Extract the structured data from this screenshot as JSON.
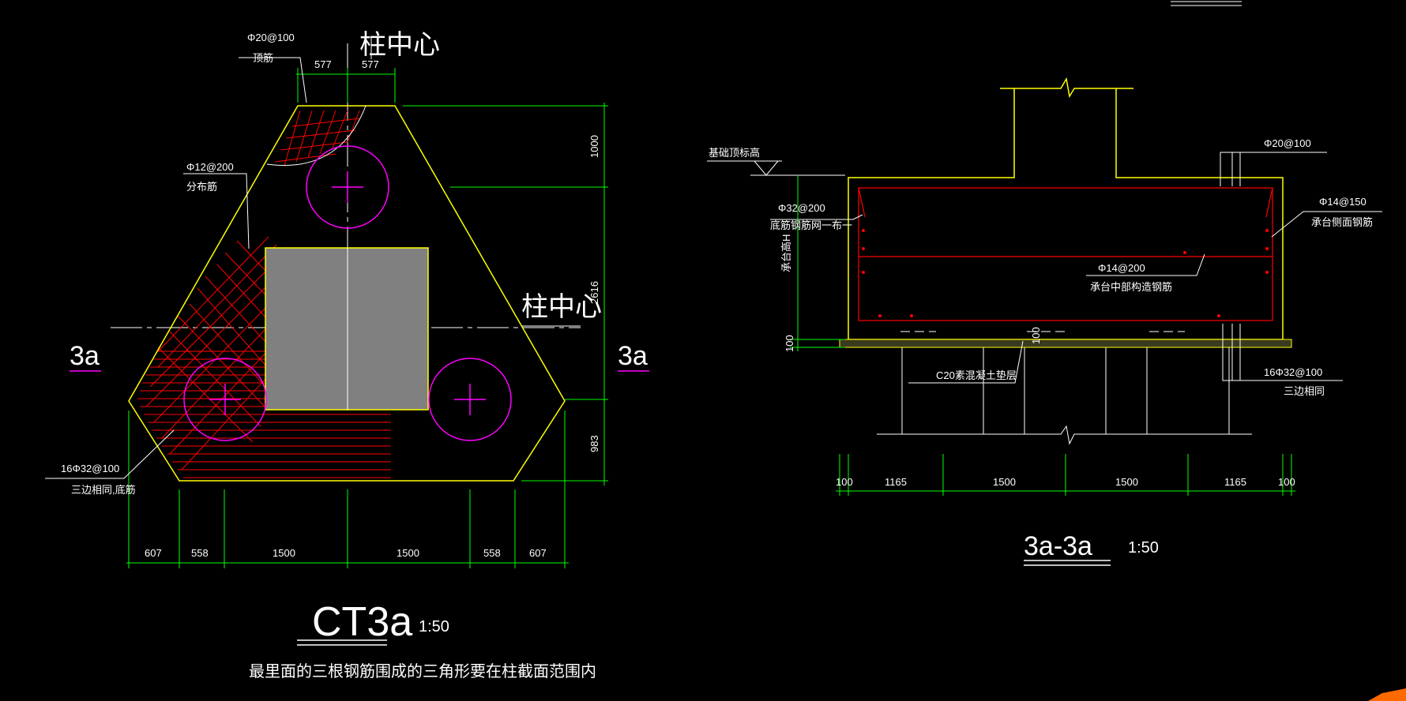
{
  "plan": {
    "title": "CT3a",
    "scale": "1:50",
    "note": "最里面的三根钢筋围成的三角形要在柱截面范围内",
    "column_center_top": "柱中心",
    "column_center_right": "柱中心",
    "section_left": "3a",
    "section_right": "3a",
    "top_rebar": "Φ20@100",
    "top_rebar_desc": "顶筋",
    "dist_rebar": "Φ12@200",
    "dist_rebar_desc": "分布筋",
    "bottom_rebar": "16Φ32@100",
    "bottom_rebar_desc": "三边相同,底筋",
    "dims_bottom": [
      "607",
      "558",
      "1500",
      "1500",
      "558",
      "607"
    ],
    "dims_top": [
      "577",
      "577"
    ],
    "dims_right": [
      "1000",
      "2616",
      "983"
    ]
  },
  "section": {
    "title": "3a-3a",
    "scale": "1:50",
    "ground_label": "基础顶标高",
    "rebar_top": "Φ20@100",
    "rebar_side": "Φ14@150",
    "rebar_side_desc": "承台侧面钢筋",
    "rebar_bottom_mesh": "Φ32@200",
    "rebar_bottom_mesh_desc": "底筋钢筋网一布一",
    "rebar_mid": "Φ14@200",
    "rebar_mid_desc": "承台中部构造钢筋",
    "height_label": "承台高H",
    "cushion": "C20素混凝土垫层",
    "cushion_dim": "100",
    "left_dim": "100",
    "rebar_bottom": "16Φ32@100",
    "rebar_bottom_desc": "三边相同",
    "dims_bottom": [
      "100",
      "1165",
      "1500",
      "1500",
      "1165",
      "100"
    ]
  },
  "colors": {
    "background": "#000000",
    "outline": "#ffff00",
    "rebar": "#ff0000",
    "dimension": "#00ff00",
    "pile": "#ff00ff",
    "column": "#808080",
    "text": "#ffffff"
  }
}
